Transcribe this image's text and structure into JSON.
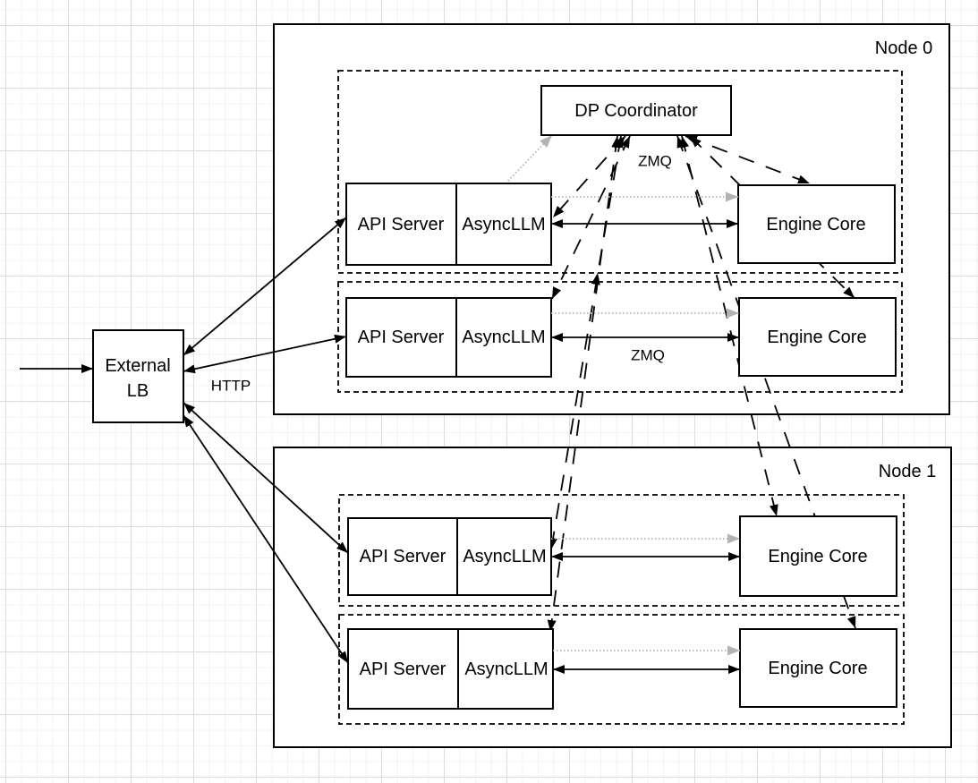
{
  "canvas": {
    "external_lb": {
      "label_line1": "External",
      "label_line2": "LB"
    },
    "http_label": "HTTP",
    "dp_coordinator_label": "DP Coordinator",
    "zmq_top_label": "ZMQ",
    "zmq_bottom_label": "ZMQ",
    "nodes": [
      {
        "label": "Node 0",
        "rows": [
          {
            "api_server": "API Server",
            "async_llm": "AsyncLLM",
            "engine_core": "Engine Core"
          },
          {
            "api_server": "API Server",
            "async_llm": "AsyncLLM",
            "engine_core": "Engine Core"
          }
        ]
      },
      {
        "label": "Node 1",
        "rows": [
          {
            "api_server": "API Server",
            "async_llm": "AsyncLLM",
            "engine_core": "Engine Core"
          },
          {
            "api_server": "API Server",
            "async_llm": "AsyncLLM",
            "engine_core": "Engine Core"
          }
        ]
      }
    ]
  },
  "colors": {
    "line": "#000000",
    "dotted_line": "#b3b3b3",
    "box_fill": "#ffffff",
    "grid_minor": "#f3f3f3",
    "grid_major": "#dcdcdc"
  }
}
